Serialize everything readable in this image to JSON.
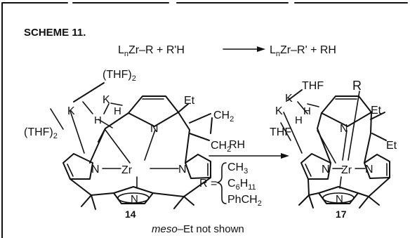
{
  "scheme": {
    "title": "SCHEME 11.",
    "equation": {
      "lhs_L": "L",
      "lhs_n": "n",
      "lhs_rest": "Zr–R + R'H",
      "rhs_L": "L",
      "rhs_n": "n",
      "rhs_rest": "Zr–R' + RH"
    },
    "footnote": {
      "italic": "meso",
      "rest": "–Et not shown"
    }
  },
  "left_complex": {
    "compound_number": "14",
    "labels": {
      "thf_top": "(THF)",
      "thf_top_sub": "2",
      "thf_left": "(THF)",
      "thf_left_sub": "2",
      "k_top": "K",
      "k_left": "K",
      "h_top": "H",
      "h_mid": "H",
      "zr": "Zr",
      "n_top": "N",
      "n_left": "N",
      "n_right": "N",
      "n_bottom": "N",
      "et": "Et",
      "ch2_top": "CH",
      "ch2_top_sub": "2",
      "ch2_bottom": "CH",
      "ch2_bottom_sub": "2"
    }
  },
  "reaction_arrow": {
    "reagent": "RH",
    "r_label": "R =",
    "r_options": [
      {
        "main": "CH",
        "sub": "3",
        "tail": ""
      },
      {
        "main": "C",
        "sub": "6",
        "tail": "H",
        "sub2": "11"
      },
      {
        "main": "PhCH",
        "sub": "2",
        "tail": ""
      }
    ]
  },
  "right_complex": {
    "compound_number": "17",
    "labels": {
      "thf_top": "THF",
      "thf_left": "THF",
      "k_top": "K",
      "k_left": "K",
      "h_top": "H",
      "h_mid": "H",
      "r_axial": "R",
      "zr": "Zr",
      "n_top": "N",
      "n_left": "N",
      "n_right": "N",
      "n_bottom": "N",
      "et_top": "Et",
      "et_bottom": "Et"
    }
  }
}
